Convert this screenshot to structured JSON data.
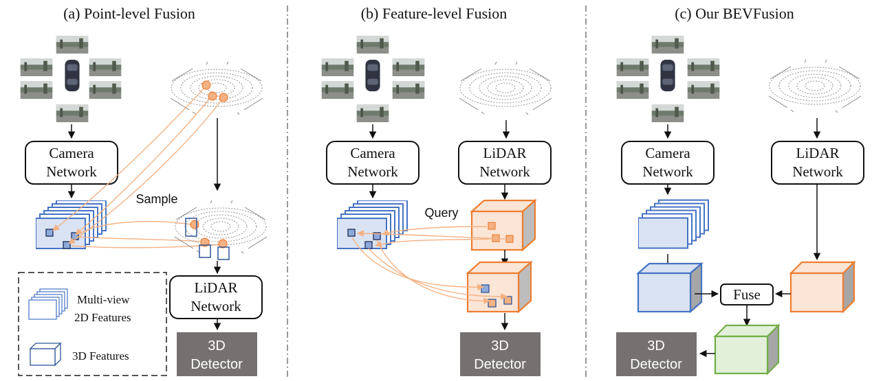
{
  "panels": [
    {
      "title": "(a) Point-level Fusion",
      "camera_network": [
        "Camera",
        "Network"
      ],
      "lidar_network": [
        "LiDAR",
        "Network"
      ],
      "sample_label": "Sample",
      "detector": [
        "3D",
        "Detector"
      ]
    },
    {
      "title": "(b) Feature-level Fusion",
      "camera_network": [
        "Camera",
        "Network"
      ],
      "lidar_network": [
        "LiDAR",
        "Network"
      ],
      "query_label": "Query",
      "detector": [
        "3D",
        "Detector"
      ]
    },
    {
      "title": "(c) Our BEVFusion",
      "camera_network": [
        "Camera",
        "Network"
      ],
      "lidar_network": [
        "LiDAR",
        "Network"
      ],
      "fuse_label": "Fuse",
      "detector": [
        "3D",
        "Detector"
      ]
    }
  ],
  "legend": {
    "multiview": [
      "Multi-view",
      "2D Features"
    ],
    "features3d": "3D Features"
  },
  "colors": {
    "camera_blue": "#4472c4",
    "camera_fill": "#dae3f3",
    "lidar_orange": "#ed7d31",
    "lidar_fill": "#fbe5d6",
    "fused_green": "#70ad47",
    "fused_fill": "#e2f0d9",
    "detector_gray": "#767171",
    "sample_arrow": "#f4b183"
  }
}
